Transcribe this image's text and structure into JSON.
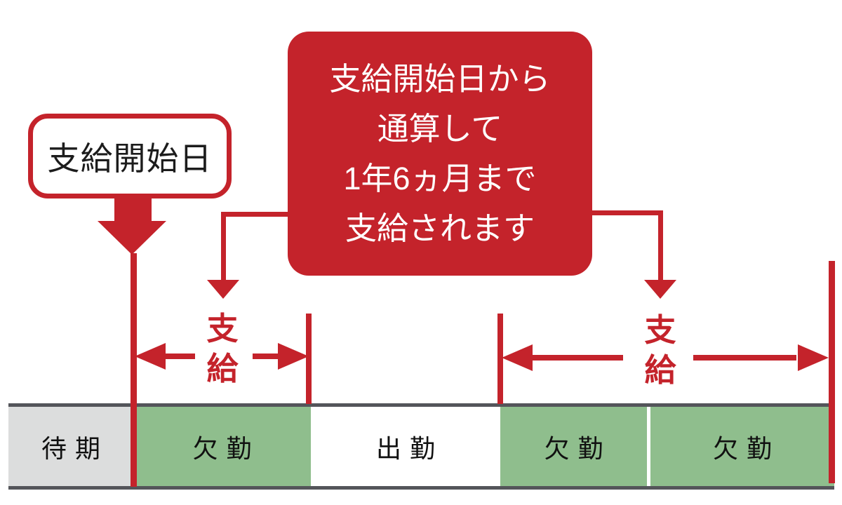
{
  "colors": {
    "red": "#c4232b",
    "green": "#8fbe8d",
    "gray": "#dcdddd",
    "bar-border": "#54555a",
    "ink": "#1c1c1c",
    "white": "#ffffff"
  },
  "callout": {
    "label": "支給開始日"
  },
  "note": {
    "lines": [
      "支給開始日から",
      "通算して",
      "1年6ヵ月まで",
      "支給されます"
    ]
  },
  "payment_spans": {
    "first_label": "支給",
    "second_label": "支給"
  },
  "timeline": {
    "segments": [
      {
        "label": "待期"
      },
      {
        "label": "欠勤"
      },
      {
        "label": "出勤"
      },
      {
        "label": "欠勤"
      },
      {
        "label": "欠勤"
      }
    ]
  }
}
